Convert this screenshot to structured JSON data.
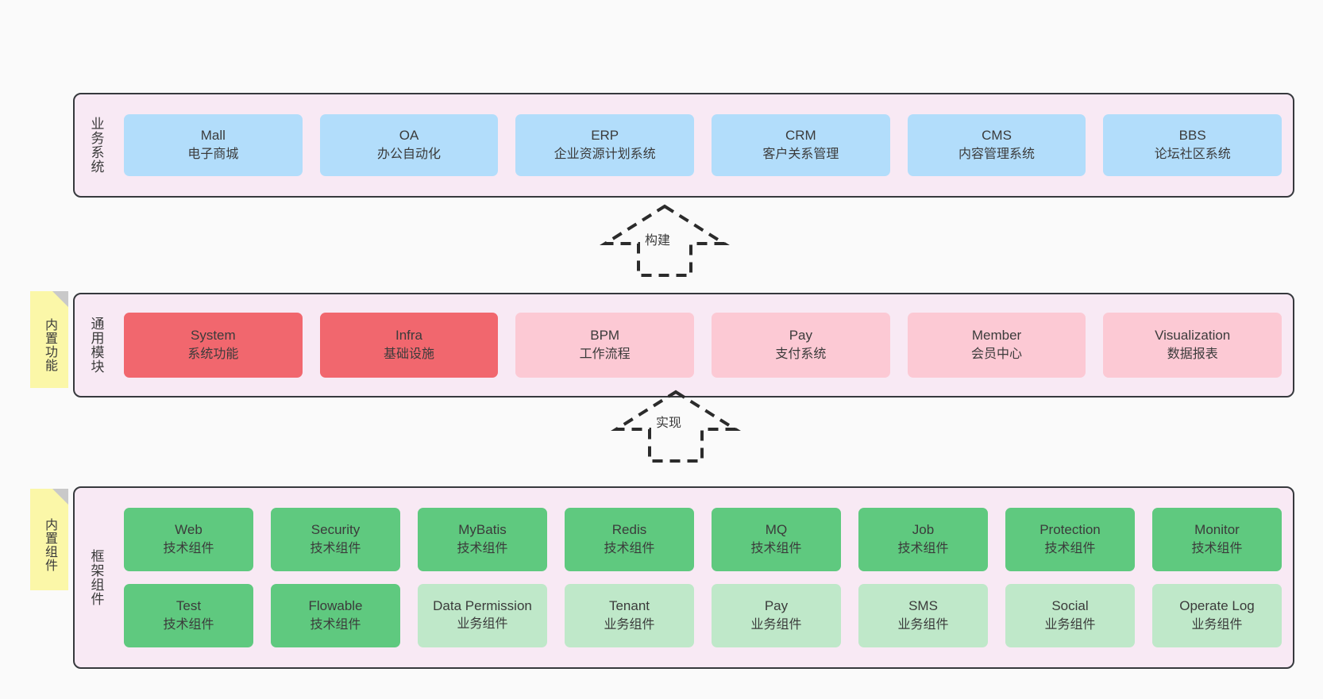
{
  "colors": {
    "page_background": "#fafafa",
    "panel_background": "#f8e9f4",
    "panel_border": "#36393d",
    "business_node": "#b2ddfb",
    "module_node": "#fcc9d4",
    "module_node_accent": "#f1676e",
    "tech_component_node": "#5fc97f",
    "business_component_node": "#bfe8c9",
    "sticky_note": "#fbf7a8",
    "sticky_fold": "#c9c9c9",
    "text": "#3b3b3b"
  },
  "layers": {
    "business": {
      "label": "业务系统",
      "nodes": [
        {
          "name": "Mall",
          "sub": "电子商城"
        },
        {
          "name": "OA",
          "sub": "办公自动化"
        },
        {
          "name": "ERP",
          "sub": "企业资源计划系统"
        },
        {
          "name": "CRM",
          "sub": "客户关系管理"
        },
        {
          "name": "CMS",
          "sub": "内容管理系统"
        },
        {
          "name": "BBS",
          "sub": "论坛社区系统"
        }
      ]
    },
    "modules": {
      "label": "通用模块",
      "sticky": "内置功能",
      "nodes": [
        {
          "name": "System",
          "sub": "系统功能",
          "accent": true
        },
        {
          "name": "Infra",
          "sub": "基础设施",
          "accent": true
        },
        {
          "name": "BPM",
          "sub": "工作流程",
          "accent": false
        },
        {
          "name": "Pay",
          "sub": "支付系统",
          "accent": false
        },
        {
          "name": "Member",
          "sub": "会员中心",
          "accent": false
        },
        {
          "name": "Visualization",
          "sub": "数据报表",
          "accent": false
        }
      ]
    },
    "framework": {
      "label": "框架组件",
      "sticky": "内置组件",
      "row1": [
        {
          "name": "Web",
          "sub": "技术组件"
        },
        {
          "name": "Security",
          "sub": "技术组件"
        },
        {
          "name": "MyBatis",
          "sub": "技术组件"
        },
        {
          "name": "Redis",
          "sub": "技术组件"
        },
        {
          "name": "MQ",
          "sub": "技术组件"
        },
        {
          "name": "Job",
          "sub": "技术组件"
        },
        {
          "name": "Protection",
          "sub": "技术组件"
        },
        {
          "name": "Monitor",
          "sub": "技术组件"
        }
      ],
      "row2": [
        {
          "name": "Test",
          "sub": "技术组件",
          "kind": "tech"
        },
        {
          "name": "Flowable",
          "sub": "技术组件",
          "kind": "tech"
        },
        {
          "name": "Data Permission",
          "sub": "业务组件",
          "kind": "biz"
        },
        {
          "name": "Tenant",
          "sub": "业务组件",
          "kind": "biz"
        },
        {
          "name": "Pay",
          "sub": "业务组件",
          "kind": "biz"
        },
        {
          "name": "SMS",
          "sub": "业务组件",
          "kind": "biz"
        },
        {
          "name": "Social",
          "sub": "业务组件",
          "kind": "biz"
        },
        {
          "name": "Operate Log",
          "sub": "业务组件",
          "kind": "biz"
        }
      ]
    }
  },
  "arrows": [
    {
      "id": "build",
      "label": "构建",
      "direction": "up",
      "style": "dashed-hollow"
    },
    {
      "id": "implement",
      "label": "实现",
      "direction": "up",
      "style": "dashed-hollow"
    }
  ]
}
